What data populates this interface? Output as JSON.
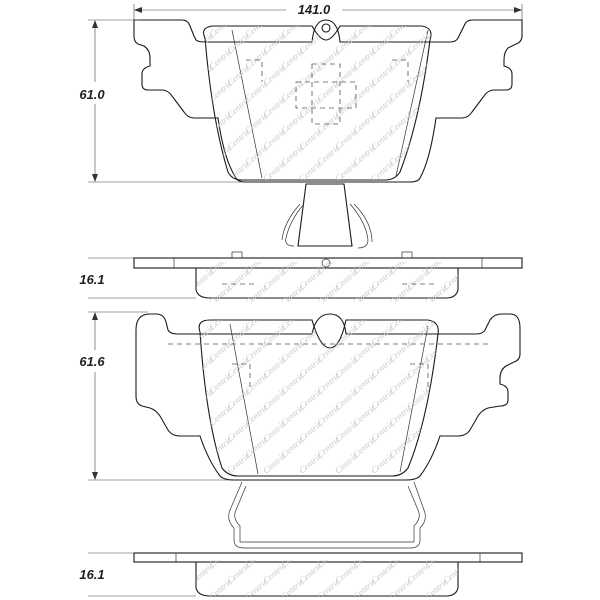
{
  "dimensions": {
    "width": "141.0",
    "top_pad_height": "61.0",
    "top_thickness": "16.1",
    "bottom_pad_height": "61.6",
    "bottom_thickness": "16.1"
  },
  "watermark": {
    "text": "Centric"
  }
}
